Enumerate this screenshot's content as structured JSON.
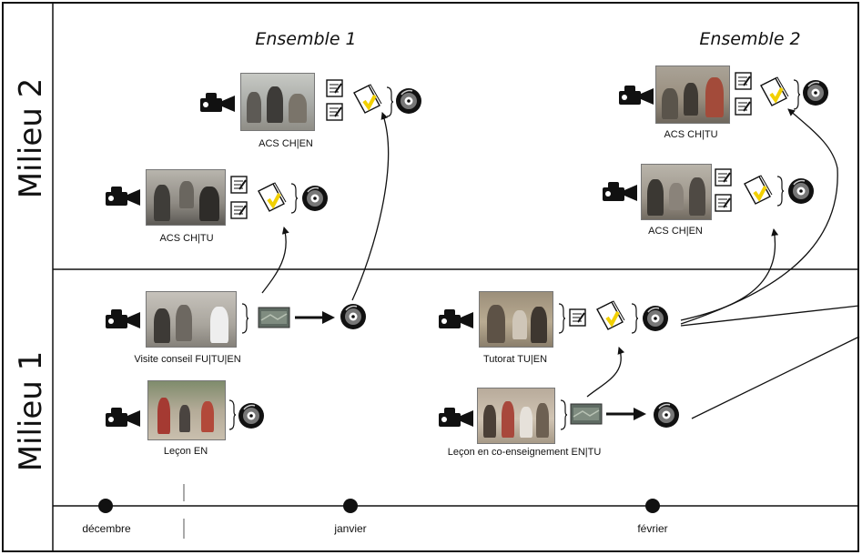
{
  "sections": {
    "top": {
      "label": "Milieu 2"
    },
    "bottom": {
      "label": "Milieu 1"
    }
  },
  "ensembles": [
    {
      "title": "Ensemble 1"
    },
    {
      "title": "Ensemble 2"
    }
  ],
  "recordings": {
    "acs_chen_1": {
      "caption": "ACS CH|EN"
    },
    "acs_chtu_1": {
      "caption": "ACS CH|TU"
    },
    "acs_chtu_2": {
      "caption": "ACS CH|TU"
    },
    "acs_chen_2": {
      "caption": "ACS CH|EN"
    },
    "visite": {
      "caption": "Visite conseil FU|TU|EN"
    },
    "lecon": {
      "caption": "Leçon EN"
    },
    "tutorat": {
      "caption": "Tutorat TU|EN"
    },
    "lecon_co": {
      "caption": "Leçon en co-enseignement EN|TU"
    }
  },
  "timeline": {
    "months": [
      "décembre",
      "janvier",
      "février"
    ]
  },
  "colors": {
    "ink": "#111111",
    "photo_greys": [
      "#8a8a86",
      "#b9b6ae",
      "#6f6a62"
    ],
    "film_note": "#f2d000"
  }
}
